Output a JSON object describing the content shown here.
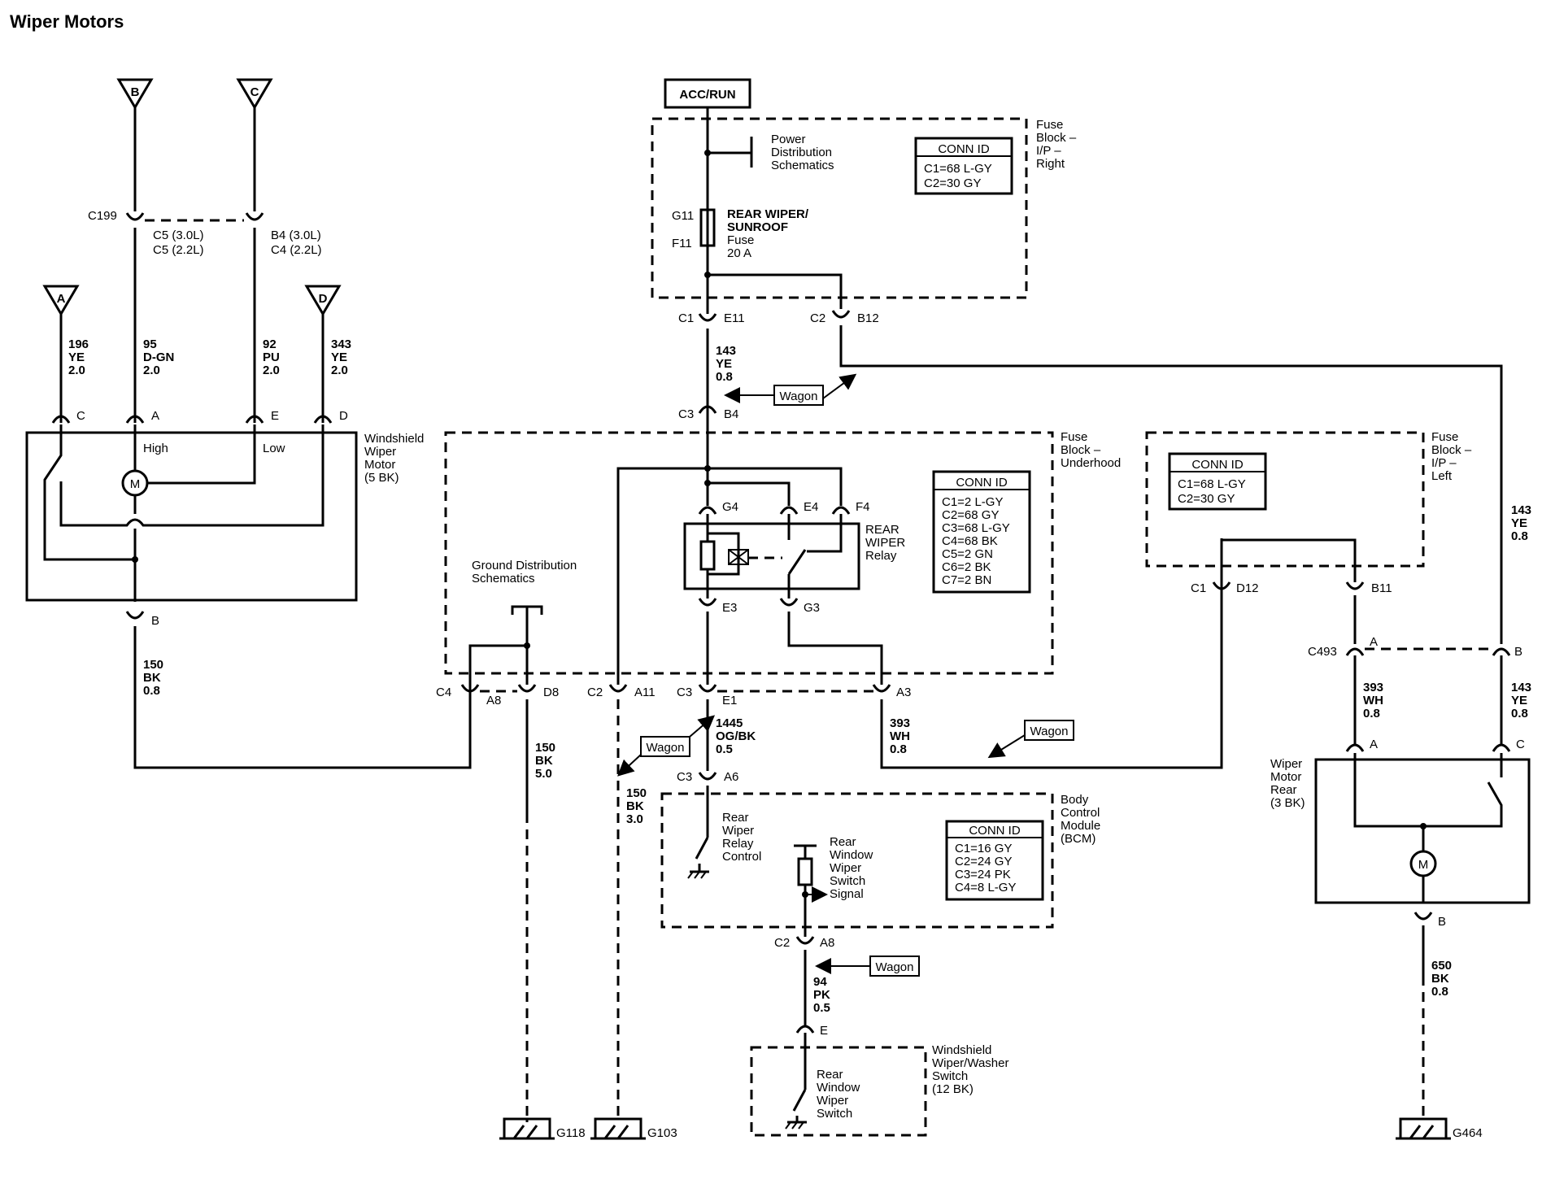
{
  "title": "Wiper Motors",
  "power_label": "ACC/RUN",
  "offpage_refs": {
    "a": "A",
    "b": "B",
    "c": "C",
    "d": "D"
  },
  "c199": {
    "id": "C199",
    "left_pins": [
      "C5 (3.0L)",
      "C5 (2.2L)"
    ],
    "right_pins": [
      "B4 (3.0L)",
      "C4 (2.2L)"
    ]
  },
  "front_wires": [
    {
      "circuit": "196",
      "color": "YE",
      "gauge": "2.0"
    },
    {
      "circuit": "95",
      "color": "D-GN",
      "gauge": "2.0"
    },
    {
      "circuit": "92",
      "color": "PU",
      "gauge": "2.0"
    },
    {
      "circuit": "343",
      "color": "YE",
      "gauge": "2.0"
    }
  ],
  "front_motor": {
    "lines": [
      "Windshield",
      "Wiper",
      "Motor",
      "(5 BK)"
    ],
    "pins": [
      "C",
      "A",
      "E",
      "D",
      "B"
    ],
    "high": "High",
    "low": "Low",
    "motor": "M"
  },
  "ground_wire_front": {
    "circuit": "150",
    "color": "BK",
    "gauge": "0.8"
  },
  "fuse_block_ip": {
    "lines": [
      "Fuse",
      "Block –",
      "I/P –",
      "Right"
    ],
    "conn_id_title": "CONN ID",
    "conn_ids": [
      "C1=68 L-GY",
      "C2=30 GY"
    ],
    "power_dist": [
      "Power",
      "Distribution",
      "Schematics"
    ],
    "fuse_pins": [
      "G11",
      "F11"
    ],
    "fuse_label": [
      "REAR WIPER/",
      "SUNROOF",
      "Fuse",
      "20 A"
    ],
    "conn_c1": [
      "C1",
      "E11"
    ],
    "conn_c2": [
      "C2",
      "B12"
    ]
  },
  "wire_143_top": {
    "circuit": "143",
    "color": "YE",
    "gauge": "0.8"
  },
  "wagon": "Wagon",
  "underhood_conn_top": [
    "C3",
    "B4"
  ],
  "fuse_block_underhood": {
    "lines": [
      "Fuse",
      "Block –",
      "Underhood"
    ],
    "conn_id_title": "CONN ID",
    "conn_ids": [
      "C1=2 L-GY",
      "C2=68 GY",
      "C3=68 L-GY",
      "C4=68 BK",
      "C5=2 GN",
      "C6=2 BK",
      "C7=2 BN"
    ],
    "relay_pins": [
      "G4",
      "E4",
      "F4",
      "E3",
      "G3"
    ],
    "relay_label": [
      "REAR",
      "WIPER",
      "Relay"
    ]
  },
  "ground_dist": [
    "Ground Distribution",
    "Schematics"
  ],
  "underhood_bottom": {
    "c4": "C4",
    "a8": "A8",
    "d8": "D8",
    "c2": "C2",
    "a11": "A11",
    "c3": "C3",
    "e1": "E1",
    "a3": "A3"
  },
  "wire_150_5": {
    "circuit": "150",
    "color": "BK",
    "gauge": "5.0"
  },
  "wire_150_3": {
    "circuit": "150",
    "color": "BK",
    "gauge": "3.0"
  },
  "wire_1445": {
    "circuit": "1445",
    "color": "OG/BK",
    "gauge": "0.5"
  },
  "wire_393_mid": {
    "circuit": "393",
    "color": "WH",
    "gauge": "0.8"
  },
  "bcm": {
    "lines": [
      "Body",
      "Control",
      "Module",
      "(BCM)"
    ],
    "conn_id_title": "CONN ID",
    "conn_ids": [
      "C1=16 GY",
      "C2=24 GY",
      "C3=24 PK",
      "C4=8 L-GY"
    ],
    "conn_top": [
      "C3",
      "A6"
    ],
    "relay_ctrl": [
      "Rear",
      "Wiper",
      "Relay",
      "Control"
    ],
    "switch_signal": [
      "Rear",
      "Window",
      "Wiper",
      "Switch",
      "Signal"
    ],
    "conn_bottom": [
      "C2",
      "A8"
    ]
  },
  "wire_94": {
    "circuit": "94",
    "color": "PK",
    "gauge": "0.5"
  },
  "washer_switch": {
    "pin": "E",
    "lines": [
      "Windshield",
      "Wiper/Washer",
      "Switch",
      "(12 BK)"
    ],
    "switch_label": [
      "Rear",
      "Window",
      "Wiper",
      "Switch"
    ]
  },
  "fuse_block_left": {
    "lines": [
      "Fuse",
      "Block –",
      "I/P –",
      "Left"
    ],
    "conn_id_title": "CONN ID",
    "conn_ids": [
      "C1=68 L-GY",
      "C2=30 GY"
    ],
    "conn_c1": [
      "C1",
      "D12"
    ],
    "conn_b11": "B11"
  },
  "wire_143_right": {
    "circuit": "143",
    "color": "YE",
    "gauge": "0.8"
  },
  "c493": {
    "id": "C493",
    "pin_a": "A",
    "pin_b": "B"
  },
  "wire_393_right": {
    "circuit": "393",
    "color": "WH",
    "gauge": "0.8"
  },
  "wire_143_lower": {
    "circuit": "143",
    "color": "YE",
    "gauge": "0.8"
  },
  "rear_motor": {
    "lines": [
      "Wiper",
      "Motor",
      "Rear",
      "(3 BK)"
    ],
    "pin_a": "A",
    "pin_c": "C",
    "pin_b": "B",
    "motor": "M"
  },
  "wire_650": {
    "circuit": "650",
    "color": "BK",
    "gauge": "0.8"
  },
  "grounds": [
    "G118",
    "G103",
    "G464"
  ]
}
